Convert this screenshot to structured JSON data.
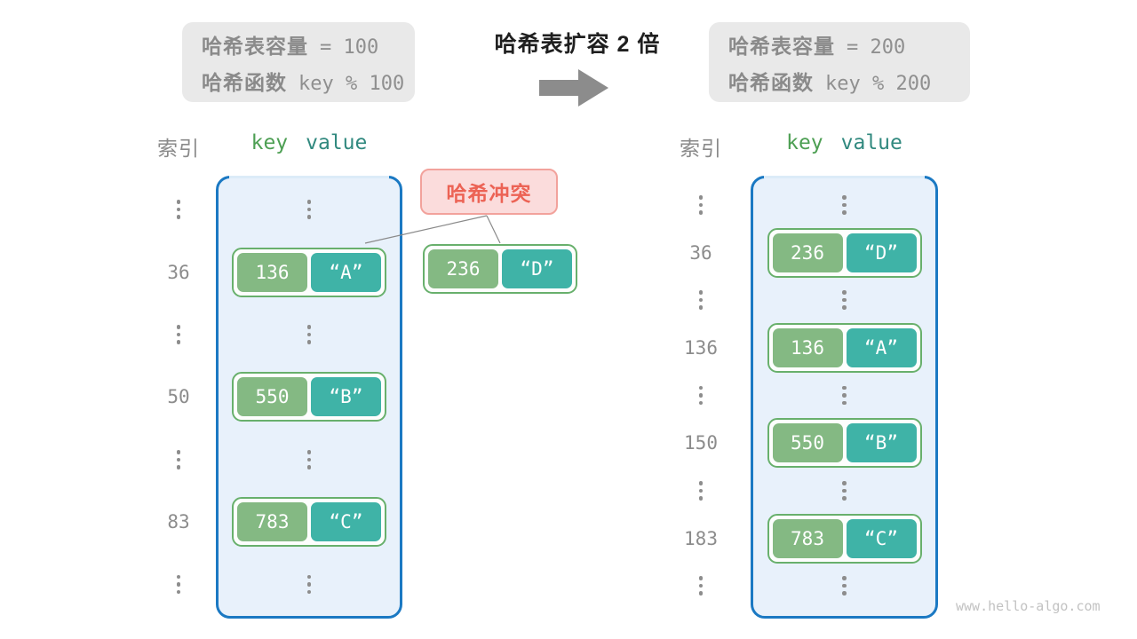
{
  "title": "哈希表扩容 2 倍",
  "watermark": "www.hello-algo.com",
  "collision": {
    "label": "哈希冲突",
    "key": "236",
    "value": "“D”"
  },
  "left_panel": {
    "info": {
      "cap_label": "哈希表容量",
      "cap_value": "= 100",
      "fn_label": "哈希函数",
      "fn_value": "key % 100"
    },
    "col_index": "索引",
    "col_key": "key",
    "col_value": "value",
    "rows": [
      {
        "type": "dots"
      },
      {
        "type": "pair",
        "index": "36",
        "key": "136",
        "value": "“A”"
      },
      {
        "type": "dots"
      },
      {
        "type": "pair",
        "index": "50",
        "key": "550",
        "value": "“B”"
      },
      {
        "type": "dots"
      },
      {
        "type": "pair",
        "index": "83",
        "key": "783",
        "value": "“C”"
      },
      {
        "type": "dots"
      }
    ]
  },
  "right_panel": {
    "info": {
      "cap_label": "哈希表容量",
      "cap_value": "= 200",
      "fn_label": "哈希函数",
      "fn_value": "key % 200"
    },
    "col_index": "索引",
    "col_key": "key",
    "col_value": "value",
    "rows": [
      {
        "type": "dots"
      },
      {
        "type": "pair",
        "index": "36",
        "key": "236",
        "value": "“D”"
      },
      {
        "type": "dots"
      },
      {
        "type": "pair",
        "index": "136",
        "key": "136",
        "value": "“A”"
      },
      {
        "type": "dots"
      },
      {
        "type": "pair",
        "index": "150",
        "key": "550",
        "value": "“B”"
      },
      {
        "type": "dots"
      },
      {
        "type": "pair",
        "index": "183",
        "key": "783",
        "value": "“C”"
      },
      {
        "type": "dots"
      }
    ]
  },
  "colors": {
    "container_border": "#1b79c3",
    "container_fill": "#e8f1fb",
    "key_green": "#84b983",
    "value_teal": "#3fb3a7",
    "pair_border": "#68b06c",
    "key_header_green": "#4d9f53",
    "value_header_teal": "#31897f",
    "collision_text": "#ec6355",
    "collision_bg": "#fbdcdc",
    "collision_border": "#f2a29c",
    "info_box_bg": "#e9e9e9",
    "gray_text": "#8a8a8a",
    "arrow_gray": "#8c8c8c"
  }
}
